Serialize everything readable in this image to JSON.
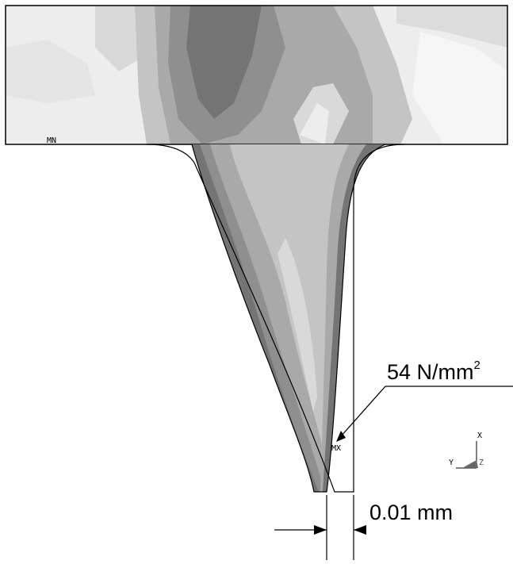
{
  "annotations": {
    "stress_value": "54 N/mm",
    "stress_unit_superscript": "2",
    "gap_value": "0.01 mm",
    "min_marker": "MN",
    "max_marker": "MX"
  },
  "triad": {
    "x": "X",
    "y": "Y",
    "z": "Z"
  },
  "colors": {
    "level1": "#ededed",
    "level2": "#d9d9d9",
    "level3": "#c4c4c4",
    "level4": "#a9a9a9",
    "level5": "#8f8f8f",
    "level6": "#747474",
    "background": "#ffffff",
    "outline": "#000000"
  }
}
